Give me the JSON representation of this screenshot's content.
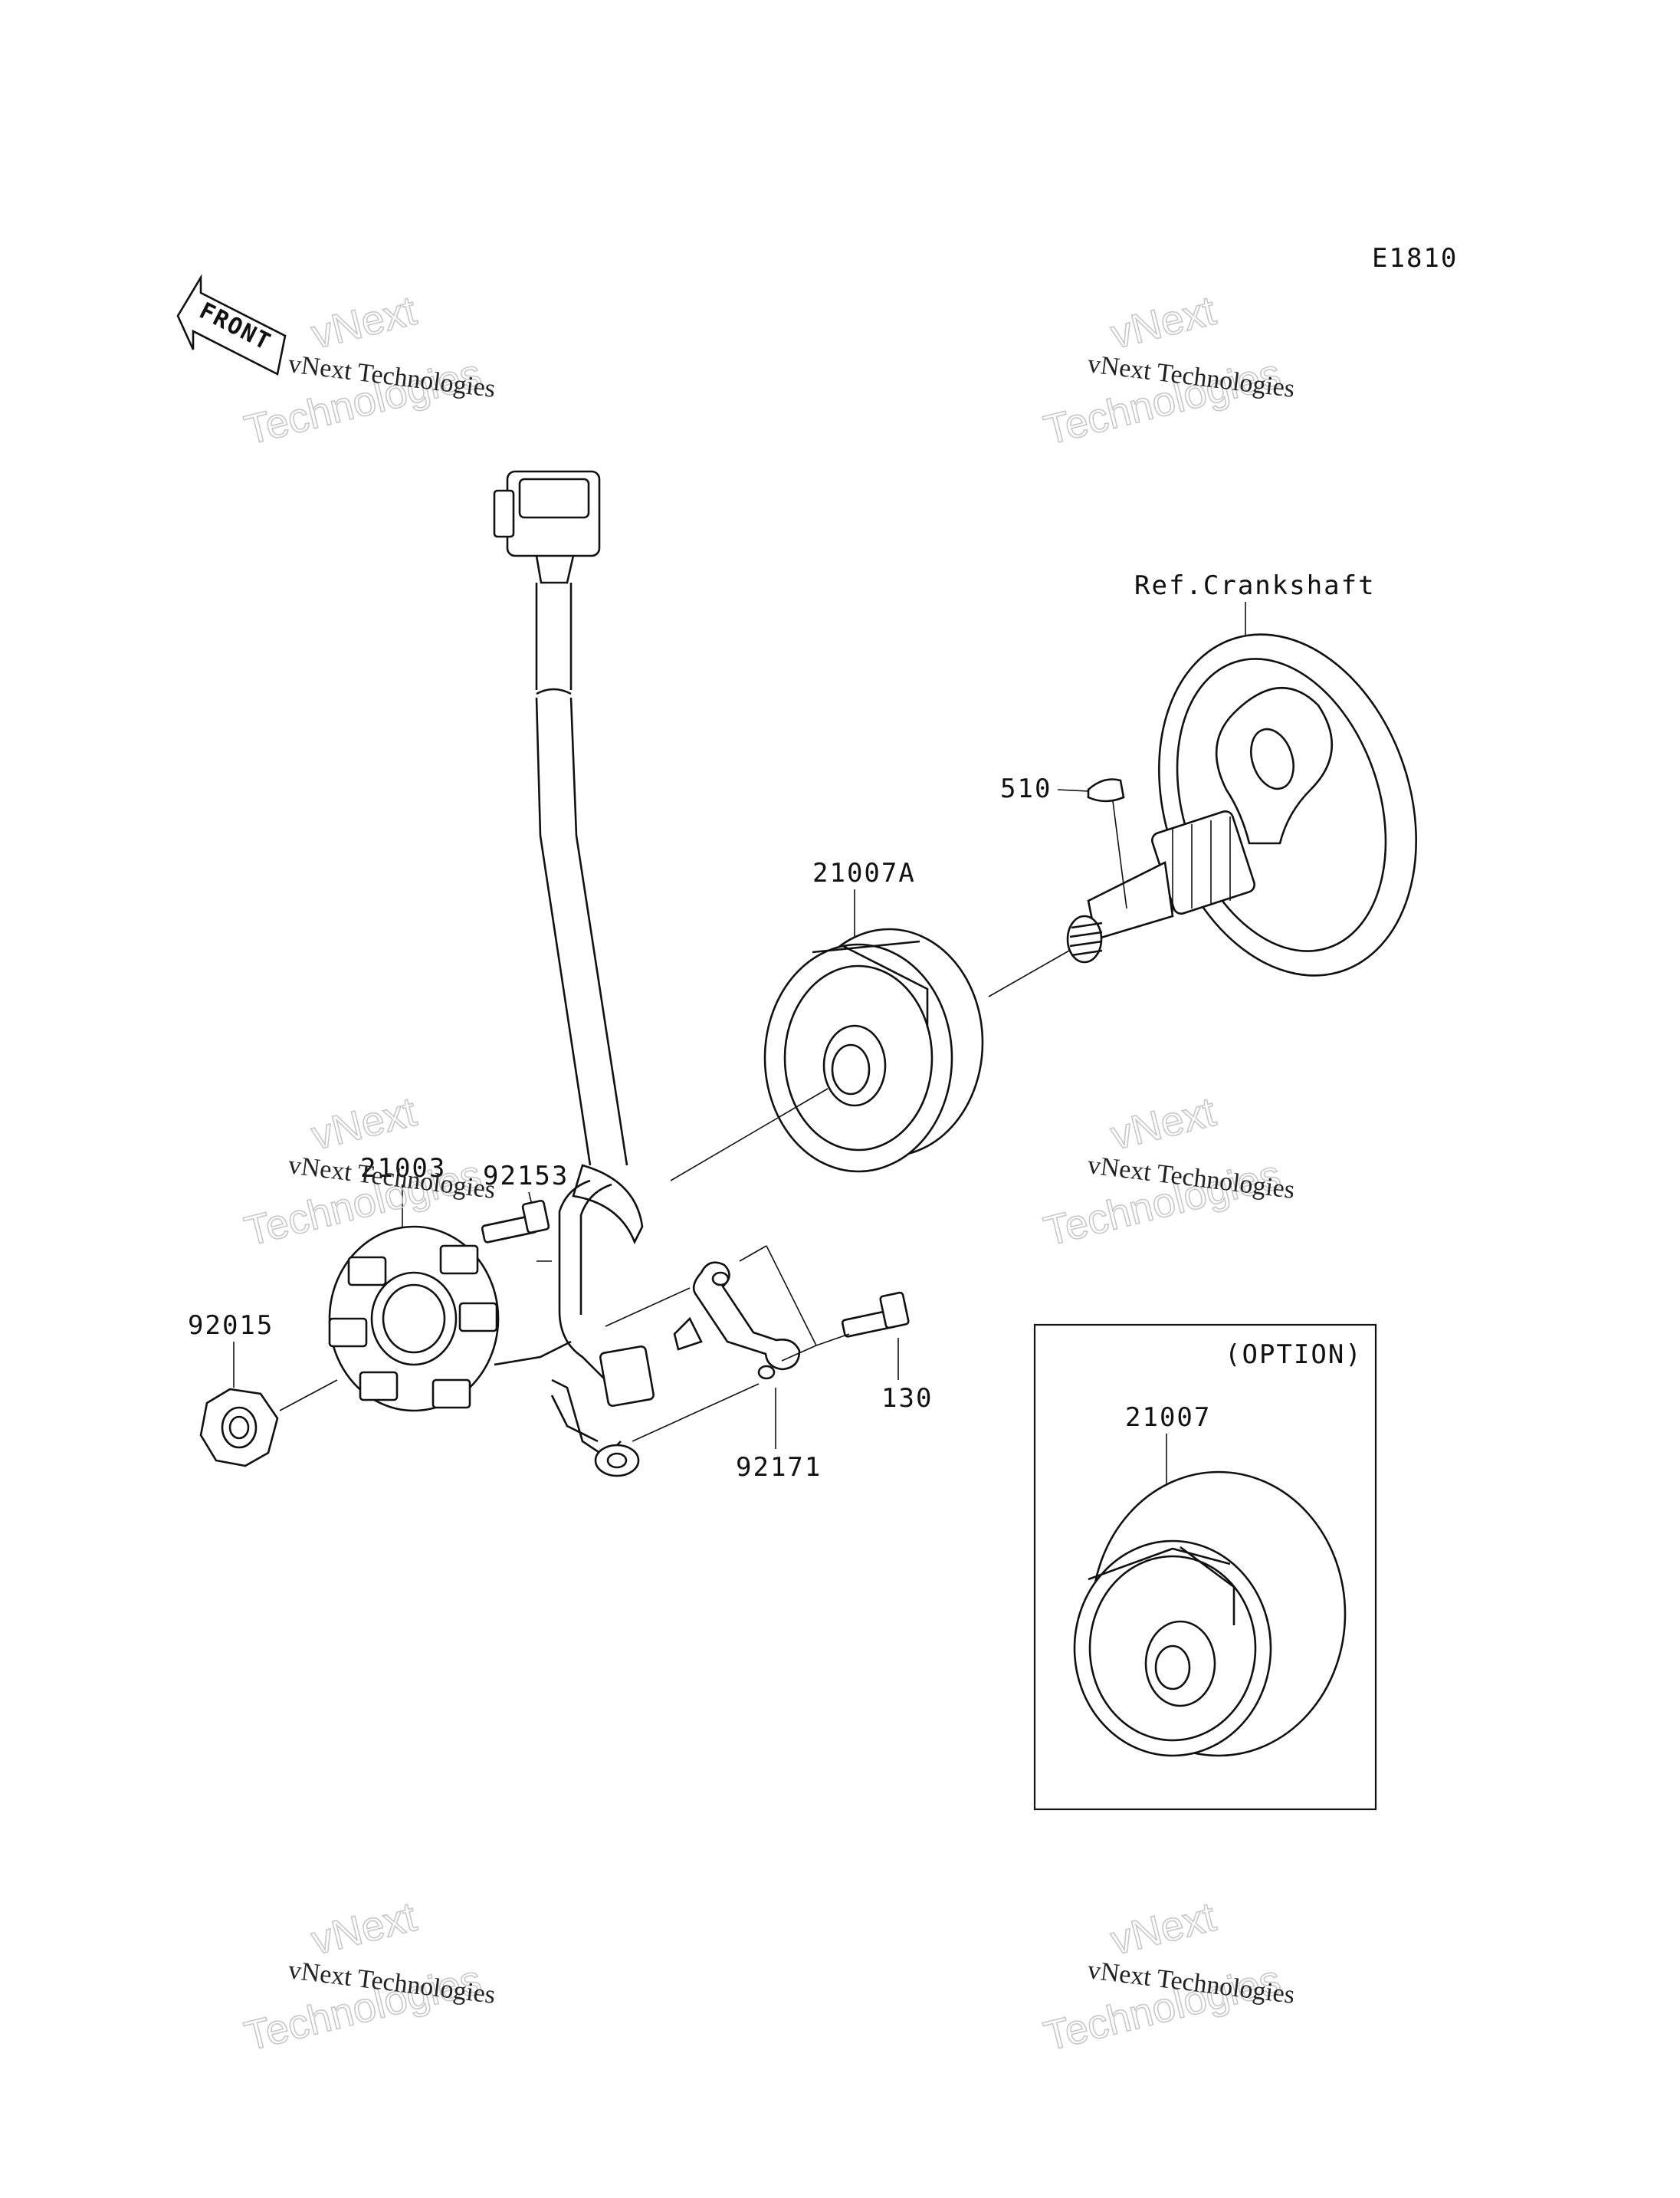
{
  "diagram_code": "E1810",
  "front_label": "FRONT",
  "option_label": "(OPTION)",
  "parts": {
    "ref_crankshaft": "Ref.Crankshaft",
    "key": "510",
    "flywheel": "21007A",
    "stator": "21003",
    "bolt_stator": "92153",
    "nut": "92015",
    "bolt": "130",
    "clamp": "92171",
    "flywheel_option": "21007"
  },
  "watermark": {
    "line1": "vNext Technologies",
    "line2": "vNext",
    "line3": "Technologies"
  }
}
